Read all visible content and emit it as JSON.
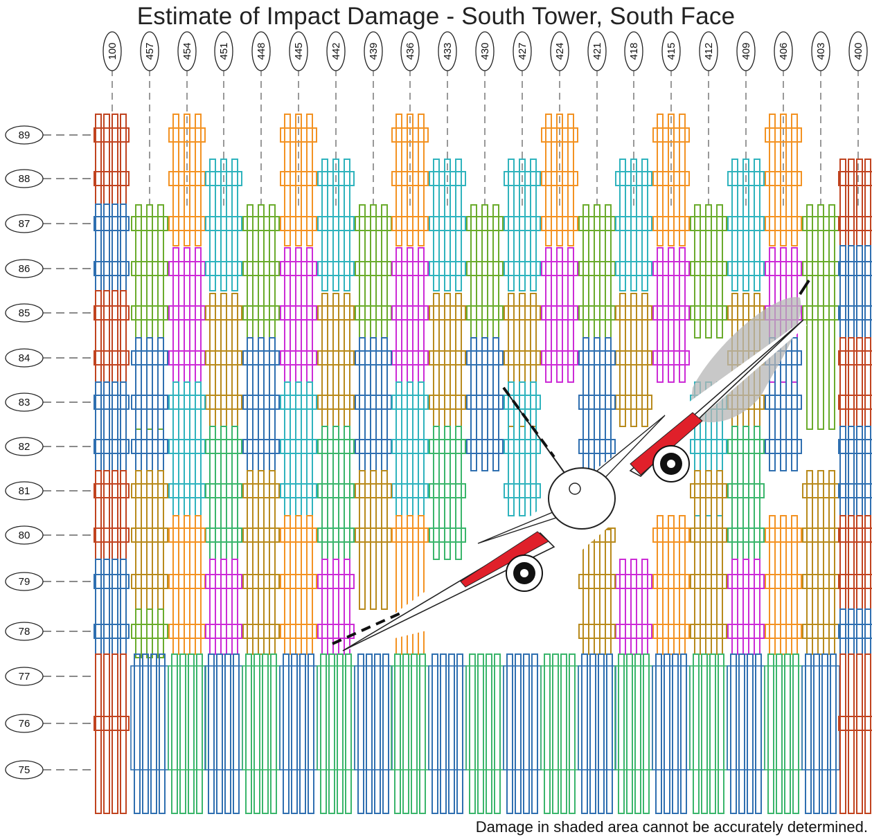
{
  "title": "Estimate of Impact Damage - South Tower, South Face",
  "note": "Damage in shaded area cannot be accurately determined.",
  "column_labels": [
    "100",
    "457",
    "454",
    "451",
    "448",
    "445",
    "442",
    "439",
    "436",
    "433",
    "430",
    "427",
    "424",
    "421",
    "418",
    "415",
    "412",
    "409",
    "406",
    "403",
    "400"
  ],
  "floor_labels": [
    "89",
    "88",
    "87",
    "86",
    "85",
    "84",
    "83",
    "82",
    "81",
    "80",
    "79",
    "78",
    "77",
    "76",
    "75"
  ],
  "colors": {
    "red": "#c0431f",
    "blue": "#2f6fb0",
    "green": "#6aab2c",
    "orange": "#f39222",
    "cyan": "#2fb3bd",
    "magenta": "#cc2bd6",
    "olive": "#b88a1c",
    "mint": "#3ab56b",
    "wing_red": "#e0202a",
    "shade": "#b5b5b5"
  }
}
